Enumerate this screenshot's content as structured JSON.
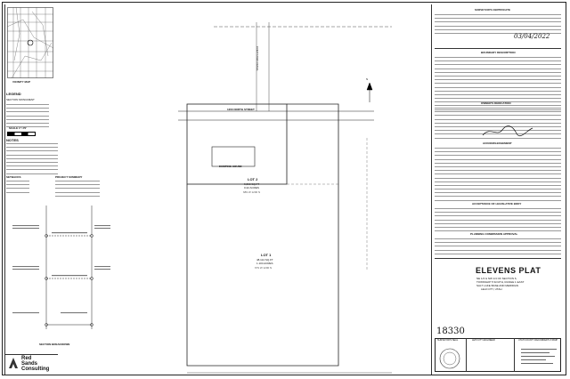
{
  "left_panel": {
    "vicinity_map_title": "VICINITY MAP",
    "legend_title": "LEGEND",
    "section_monument_label": "SECTION MONUMENT",
    "scale_label": "SCALE 1\"=70'",
    "notes_title": "NOTES",
    "setbacks_title": "SETBACKS",
    "project_summary_title": "PROJECT SUMMARY",
    "section_breakdown_title": "SECTION BREAKDOWN",
    "brand_name_line1": "Red",
    "brand_name_line2": "Sands",
    "brand_name_line3": "Consulting"
  },
  "plan": {
    "street_label": "1200 NORTH STREET",
    "cul_de_sac_label": "CORTSTIRD DRIVE",
    "lot1_label": "LOT 1",
    "lot2_label": "LOT 2",
    "lot1_area_sqft": "48,114 SQ.FT",
    "lot1_area_acres": "1.104 ACRES",
    "lot2_area_sqft": "9,800 SQ.FT",
    "lot2_area_acres": "0.22 ACRES",
    "lot2_address": "689 W 1200 N",
    "lot1_address": "679 W 1200 N",
    "existing_house_label": "EXISTING HOUSE",
    "north_arrow_label": "N"
  },
  "right_panel": {
    "surveyor_cert_title": "SURVEYOR'S CERTIFICATE",
    "signature_date": "03/04/2022",
    "boundary_title": "BOUNDARY DESCRIPTION",
    "owners_dedication_title": "OWNER'S DEDICATION",
    "acknowledgement_title": "ACKNOWLEDGEMENT",
    "acceptance_title": "ACCEPTANCE OF LEGISLATIVE BODY",
    "planning_title": "PLANNING COMMISSION APPROVAL",
    "plat_title": "ELEVENS PLAT",
    "plat_subtitle_1": "NE 1/4 & NW 1/4 OF SECTION 6,",
    "plat_subtitle_2": "TOWNSHIP 5 SOUTH, RANGE 1 EAST",
    "plat_subtitle_3": "SALT LAKE BASE AND MERIDIAN",
    "plat_subtitle_4": "LEHI CITY, UTAH",
    "record_number": "18330",
    "surveyor_col": "SURVEYOR'S SEAL",
    "engineer_col": "LEHI CITY ENGINEER",
    "recorder_col": "UTAH COUNTY RECORDER'S STAMP"
  }
}
